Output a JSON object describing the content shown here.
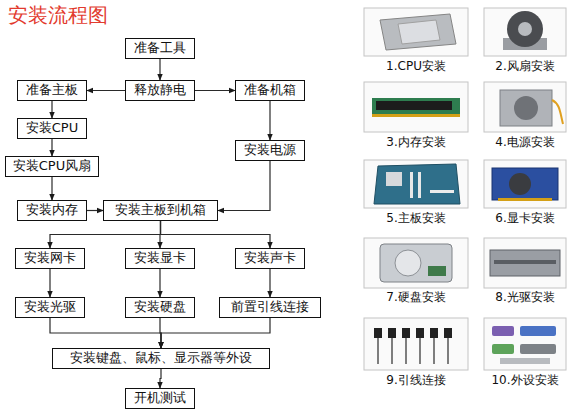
{
  "diagram": {
    "title": "安装流程图",
    "nodes": [
      {
        "text": [
          "准备工具"
        ]
      },
      {
        "text": [
          "释放静电"
        ]
      },
      {
        "text": [
          "准备主板"
        ]
      },
      {
        "text": [
          "准备机箱"
        ]
      },
      {
        "text": [
          "安装CPU"
        ]
      },
      {
        "text": [
          "安装CPU风扇"
        ]
      },
      {
        "text": [
          "安装电源"
        ]
      },
      {
        "text": [
          "安装内存"
        ]
      },
      {
        "text": [
          "安装主板到机箱"
        ]
      },
      {
        "text": [
          "安装网卡"
        ]
      },
      {
        "text": [
          "安装显卡"
        ]
      },
      {
        "text": [
          "安装声卡"
        ]
      },
      {
        "text": [
          "安装光驱"
        ]
      },
      {
        "text": [
          "安装硬盘"
        ]
      },
      {
        "text": [
          "前置引线连接"
        ]
      },
      {
        "text": [
          "安装键盘、鼠标、显示器等外设"
        ]
      },
      {
        "text": [
          "开机测试"
        ]
      }
    ],
    "edges": [
      {
        "from": 0,
        "to": 1,
        "arrow": "to"
      },
      {
        "from": 1,
        "to": 2,
        "arrow": "to"
      },
      {
        "from": 1,
        "to": 3,
        "arrow": "to"
      },
      {
        "from": 2,
        "to": 4,
        "arrow": "to"
      },
      {
        "from": 4,
        "to": 5,
        "arrow": "to"
      },
      {
        "from": 5,
        "to": 7,
        "arrow": "to"
      },
      {
        "from": 3,
        "to": 6,
        "arrow": "to"
      },
      {
        "from": 6,
        "to": 8,
        "arrow": "to"
      },
      {
        "from": 7,
        "to": 8,
        "arrow": "to"
      },
      {
        "from": 8,
        "to": 9,
        "arrow": "to"
      },
      {
        "from": 8,
        "to": 10,
        "arrow": "to"
      },
      {
        "from": 8,
        "to": 11,
        "arrow": "to"
      },
      {
        "from": 9,
        "to": 12,
        "arrow": "to"
      },
      {
        "from": 10,
        "to": 13,
        "arrow": "to"
      },
      {
        "from": 11,
        "to": 14,
        "arrow": "to"
      },
      {
        "from": 12,
        "to": 15,
        "arrow": "to"
      },
      {
        "from": 13,
        "to": 15,
        "arrow": "to"
      },
      {
        "from": 14,
        "to": 15,
        "arrow": "to"
      },
      {
        "from": 15,
        "to": 16,
        "arrow": "to"
      }
    ],
    "labels": [
      "1.CPU安装",
      "2.风扇安装",
      "3.内存安装",
      "4.电源安装",
      "5.主板安装",
      "6.显卡安装",
      "7.硬盘安装",
      "8.光驱安装",
      "9.引线连接",
      "10.外设安装"
    ]
  }
}
